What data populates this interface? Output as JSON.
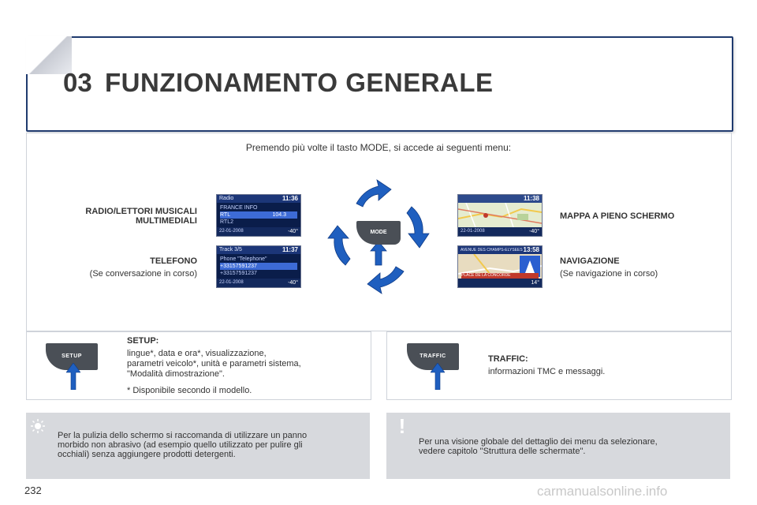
{
  "header": {
    "chapter_number": "03",
    "title": "FUNZIONAMENTO GENERALE"
  },
  "intro": "Premendo più volte il tasto MODE, si accede ai seguenti menu:",
  "menus": {
    "radio": {
      "line1": "RADIO/LETTORI MUSICALI",
      "line2": "MULTIMEDIALI"
    },
    "telefono": {
      "label": "TELEFONO",
      "sub": "(Se conversazione in corso)"
    },
    "mappa": {
      "label": "MAPPA A PIENO SCHERMO"
    },
    "navigazione": {
      "label": "NAVIGAZIONE",
      "sub": "(Se navigazione in corso)"
    }
  },
  "mode_button": "MODE",
  "screens": {
    "radio": {
      "topbar": "Radio",
      "clock": "11:36",
      "rows": [
        "RTL",
        "FRANCE INFO",
        "RTL2"
      ],
      "freq": "104.3",
      "date": "22-01-2008",
      "temp": "-40°"
    },
    "telefono": {
      "topbar": "Track 3/5",
      "clock": "11:37",
      "rows": [
        "Phone \"Telephone\"",
        "+33157591237",
        "+33157591237"
      ],
      "date": "22-01-2008",
      "temp": "-40°"
    },
    "mappa": {
      "clock": "11:38",
      "date": "22-01-2008",
      "temp": "-40°"
    },
    "navigazione": {
      "topbar": "AVENUE DES CHAMPS-ELYSEES",
      "clock": "13:58",
      "street": "PLACE DE LA CONCORDE",
      "temp": "14°"
    }
  },
  "setup": {
    "button": "SETUP",
    "title": "SETUP:",
    "lines": [
      "lingue*, data e ora*, visualizzazione,",
      "parametri veicolo*, unità e parametri sistema,",
      "\"Modalità dimostrazione\"."
    ],
    "footnote": "* Disponibile secondo il modello."
  },
  "traffic": {
    "button": "TRAFFIC",
    "title": "TRAFFIC:",
    "text": "informazioni TMC e messaggi."
  },
  "notes": {
    "left": [
      "Per la pulizia dello schermo si raccomanda di utilizzare un panno",
      "morbido non abrasivo (ad esempio quello utilizzato per pulire gli",
      "occhiali) senza aggiungere prodotti detergenti."
    ],
    "right": [
      "Per una visione globale del dettaglio dei menu da selezionare,",
      "vedere capitolo \"Struttura delle schermate\"."
    ]
  },
  "page_number": "232",
  "watermark": "carmanualsonline.info",
  "colors": {
    "accent": "#1f5fbf",
    "frame": "#1f3a6e",
    "note_bg": "#d7d9dd",
    "button_gray": "#4a4f56"
  }
}
